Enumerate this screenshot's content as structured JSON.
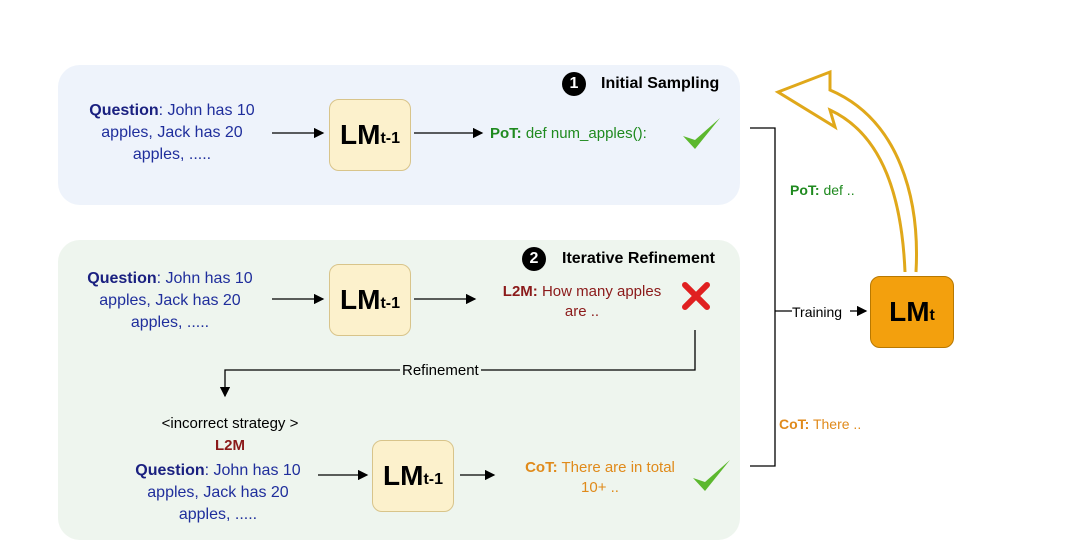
{
  "stage1": {
    "number": "1",
    "title": "Initial Sampling",
    "question_label": "Question",
    "question_text_l1": ": John has 10",
    "question_text_l2": "apples, Jack has 20",
    "question_text_l3": "apples, .....",
    "model_main": "LM",
    "model_sub": "t-1",
    "output_label": "PoT:",
    "output_text": " def num_apples():"
  },
  "stage2": {
    "number": "2",
    "title": "Iterative Refinement",
    "question_label": "Question",
    "question_text_l1": ": John has 10",
    "question_text_l2": "apples, Jack has 20",
    "question_text_l3": "apples, .....",
    "model_main": "LM",
    "model_sub": "t-1",
    "output_label": "L2M:",
    "output_text_l1": " How many apples",
    "output_text_l2": "are ..",
    "refine_label": "Refinement",
    "hint_line": "<incorrect strategy >",
    "hint_strategy": "L2M",
    "question2_label": "Question",
    "question2_text_l1": ": John has 10",
    "question2_text_l2": "apples, Jack has 20",
    "question2_text_l3": "apples, .....",
    "model2_main": "LM",
    "model2_sub": "t-1",
    "output2_label": "CoT:",
    "output2_text_l1": " There are in total",
    "output2_text_l2": "10+ .."
  },
  "right": {
    "pot_label": "PoT:",
    "pot_text": " def ..",
    "cot_label": "CoT:",
    "cot_text": " There ..",
    "training_label": "Training",
    "model_main": "LM",
    "model_sub": "t"
  },
  "colors": {
    "question": "#1a2080",
    "pot": "#1f8a1f",
    "l2m": "#8b1a1a",
    "cot": "#e08a1a",
    "check": "#5cb82e",
    "cross": "#e02020",
    "arrow_gold": "#e0a81a"
  }
}
